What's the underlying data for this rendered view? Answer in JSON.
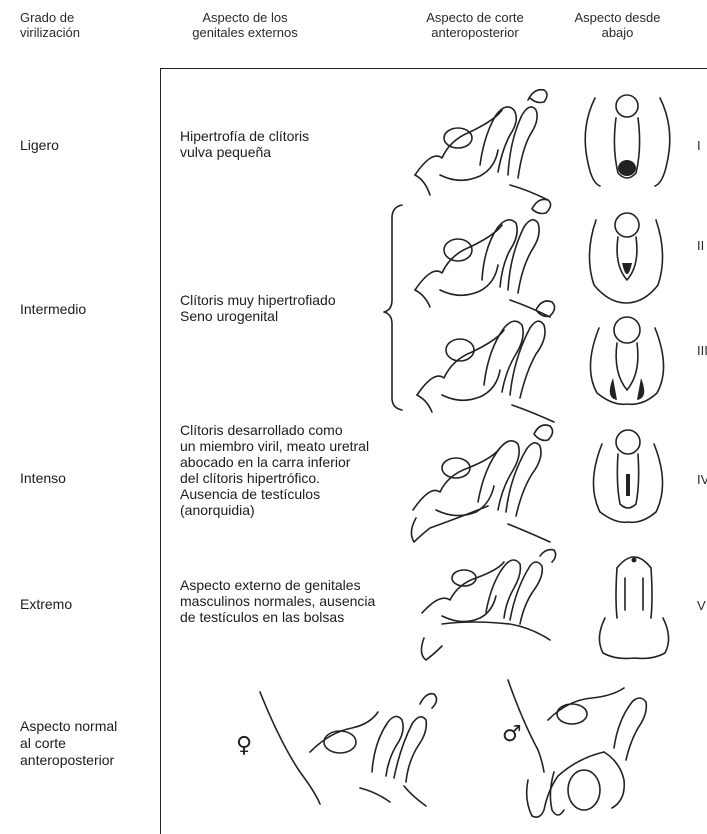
{
  "headers": {
    "grade": "Grado de\nvirilización",
    "external": "Aspecto de los\ngenitales externos",
    "section": "Aspecto de corte\nanteroposterior",
    "below": "Aspecto desde\nabajo"
  },
  "rows": {
    "ligero": {
      "grade": "Ligero",
      "desc": "Hipertrofía de clítoris\nvulva pequeña",
      "roman": "I"
    },
    "intermedio": {
      "grade": "Intermedio",
      "desc": "Clítoris muy hipertrofiado\nSeno urogenital",
      "roman_a": "II",
      "roman_b": "III"
    },
    "intenso": {
      "grade": "Intenso",
      "desc": "Clítoris desarrollado como\nun miembro viril, meato uretral\nabocado en la carra inferior\ndel clítoris hipertrófico.\nAusencia de testículos\n(anorquidia)",
      "roman": "IV"
    },
    "extremo": {
      "grade": "Extremo",
      "desc": "Aspecto externo de genitales\nmasculinos normales, ausencia\nde testículos en las bolsas",
      "roman": "V"
    },
    "normal": {
      "grade": "Aspecto normal\nal corte\nanteroposterior",
      "female_symbol": "♀",
      "male_symbol": "♂"
    }
  }
}
